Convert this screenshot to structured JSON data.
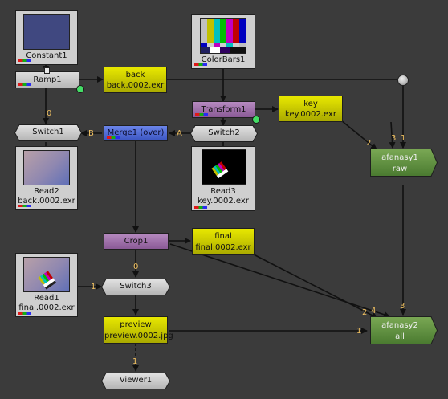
{
  "nodes": {
    "constant1": {
      "label": "Constant1"
    },
    "colorbars1": {
      "label": "ColorBars1"
    },
    "ramp1": {
      "label": "Ramp1"
    },
    "back": {
      "label": "back",
      "file": "back.0002.exr"
    },
    "transform1": {
      "label": "Transform1"
    },
    "key": {
      "label": "key",
      "file": "key.0002.exr"
    },
    "switch1": {
      "label": "Switch1"
    },
    "merge1": {
      "label": "Merge1 (over)"
    },
    "switch2": {
      "label": "Switch2"
    },
    "read2": {
      "label": "Read2",
      "file": "back.0002.exr"
    },
    "read3": {
      "label": "Read3",
      "file": "key.0002.exr"
    },
    "afanasy1": {
      "label": "afanasy1",
      "sub": "raw"
    },
    "crop1": {
      "label": "Crop1"
    },
    "final": {
      "label": "final",
      "file": "final.0002.exr"
    },
    "read1": {
      "label": "Read1",
      "file": "final.0002.exr"
    },
    "switch3": {
      "label": "Switch3"
    },
    "preview": {
      "label": "preview",
      "file": "preview.0002.jpg"
    },
    "afanasy2": {
      "label": "afanasy2",
      "sub": "all"
    },
    "viewer1": {
      "label": "Viewer1"
    }
  },
  "edge_labels": {
    "ramp_switch1": "0",
    "merge_b": "B",
    "merge_a": "A",
    "af1_2": "2",
    "af1_3": "3",
    "af1_1": "1",
    "crop_switch3": "0",
    "read1_switch3": "1",
    "af2_2": "2",
    "af2_4": "4",
    "af2_3": "3",
    "af2_1": "1",
    "viewer_1": "1"
  },
  "colors": {
    "background": "#3b3b3b",
    "write_node": "#d4d400",
    "transform_node": "#a070b0",
    "merge_node": "#4a66d6",
    "afanasy_node": "#5a8a3a",
    "wire": "#111111"
  },
  "icons": {
    "colorbars_thumb": "color-bars-icon",
    "constant_thumb": "solid-color-icon"
  }
}
